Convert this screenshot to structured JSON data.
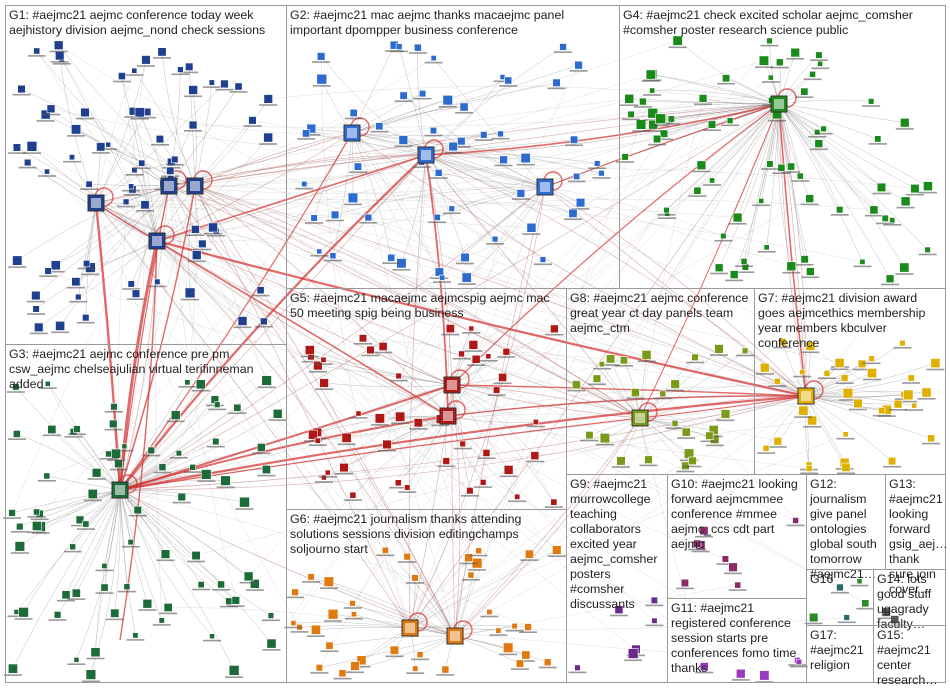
{
  "groups": [
    {
      "id": "g1",
      "label": "G1: #aejmc21 aejmc conference today week aejhistory division aejmc_nond check sessions",
      "color": "#1f3f8f"
    },
    {
      "id": "g2",
      "label": "G2: #aejmc21 mac aejmc thanks macaejmc panel important dpompper business conference",
      "color": "#2d6bd1"
    },
    {
      "id": "g4",
      "label": "G4: #aejmc21 check excited scholar aejmc_comsher #comsher poster research science public",
      "color": "#1a8a1a"
    },
    {
      "id": "g3",
      "label": "G3: #aejmc21 aejmc conference pre pm csw_aejmc chelseajulian virtual terifinneman added",
      "color": "#1e6b3a"
    },
    {
      "id": "g5",
      "label": "G5: #aejmc21 macaejmc aejmcspig aejmc mac 50 meeting spig being business",
      "color": "#b01818"
    },
    {
      "id": "g8",
      "label": "G8: #aejmc21 aejmc conference great year ct day panels team aejmc_ctm",
      "color": "#7a9a1a"
    },
    {
      "id": "g7",
      "label": "G7: #aejmc21 division award goes aejmcethics membership year members kbculver conference",
      "color": "#e0b000"
    },
    {
      "id": "g9",
      "label": "G9: #aejmc21 murrowcollege teaching collaborators excited year aejmc_comsher posters #comsher discussants",
      "color": "#6a2a8a"
    },
    {
      "id": "g10",
      "label": "G10: #aejmc21 looking forward aejmcmmee conference #mmee aejmc_ccs cdt part aejmc",
      "color": "#8a2a6a"
    },
    {
      "id": "g12",
      "label": "G12: journalism give panel ontologies global south tomorrow #aejmc21…",
      "color": "#2a6a6a"
    },
    {
      "id": "g13",
      "label": "G13: #aejmc21 looking forward gsig_aej… thank sure join cover…",
      "color": "#4a4a4a"
    },
    {
      "id": "g6",
      "label": "G6: #aejmc21 journalism thanks attending solutions sessions division editingchamps soljourno start",
      "color": "#e07a10"
    },
    {
      "id": "g11",
      "label": "G11: #aejmc21 registered conference session starts pre conferences fomo time thanks",
      "color": "#9a3ac0"
    },
    {
      "id": "g16",
      "label": "G16",
      "color": "#2a8a2a"
    },
    {
      "id": "g14",
      "label": "G14: lots good stuff ugagrady faculty…",
      "color": "#555555"
    },
    {
      "id": "g17",
      "label": "G17: #aejmc21 religion",
      "color": "#a02a5a"
    },
    {
      "id": "g15",
      "label": "G15: #aejmc21 center research…",
      "color": "#2a5a8a"
    }
  ],
  "colors": {
    "edge": "#8c8c8c",
    "edge_strong": "#d42a2a",
    "edge_mid": "#b06060",
    "panel_border": "#9a9a9a"
  }
}
